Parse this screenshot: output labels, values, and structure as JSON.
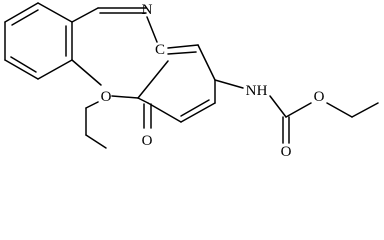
{
  "molecule": {
    "atoms": {
      "ring_nitrogen": "N",
      "ring_carbon": "C",
      "ring_oxygen": "O",
      "ketone_oxygen": "O",
      "amide_nitrogen": "N",
      "amide_hydrogen": "H",
      "ester_oxygen": "O",
      "carbonyl_oxygen": "O"
    },
    "colors": {
      "bond": "#000000",
      "label": "#000000",
      "background": "#ffffff"
    }
  }
}
